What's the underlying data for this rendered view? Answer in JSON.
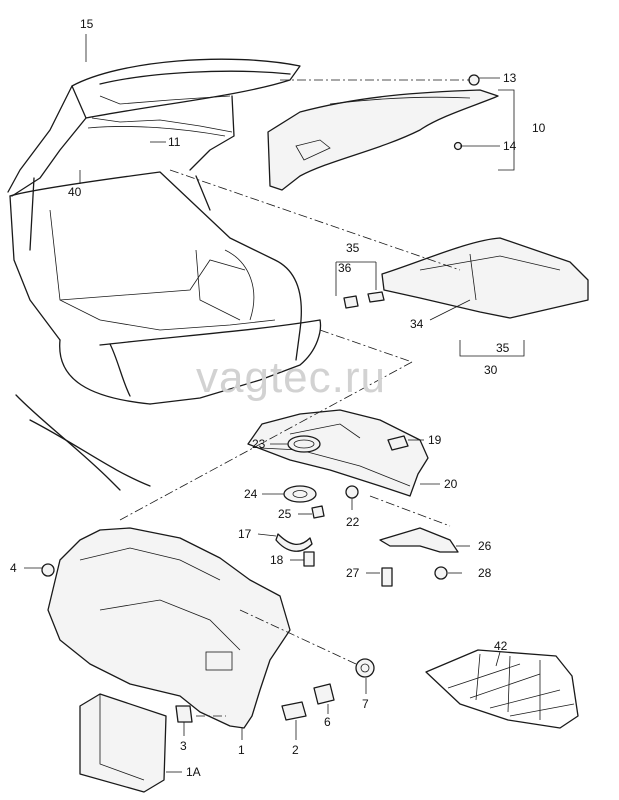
{
  "watermark": "vagtec.ru",
  "callouts": {
    "c15": "15",
    "c13": "13",
    "c10": "10",
    "c14": "14",
    "c11": "11",
    "c40": "40",
    "c35a": "35",
    "c36": "36",
    "c34": "34",
    "c35b": "35",
    "c30": "30",
    "c19": "19",
    "c20": "20",
    "c23": "23",
    "c24": "24",
    "c25": "25",
    "c22": "22",
    "c17": "17",
    "c18": "18",
    "c26": "26",
    "c27": "27",
    "c28": "28",
    "c4": "4",
    "c7": "7",
    "c6": "6",
    "c3": "3",
    "c2": "2",
    "c1": "1",
    "c1A": "1A",
    "c42": "42"
  }
}
